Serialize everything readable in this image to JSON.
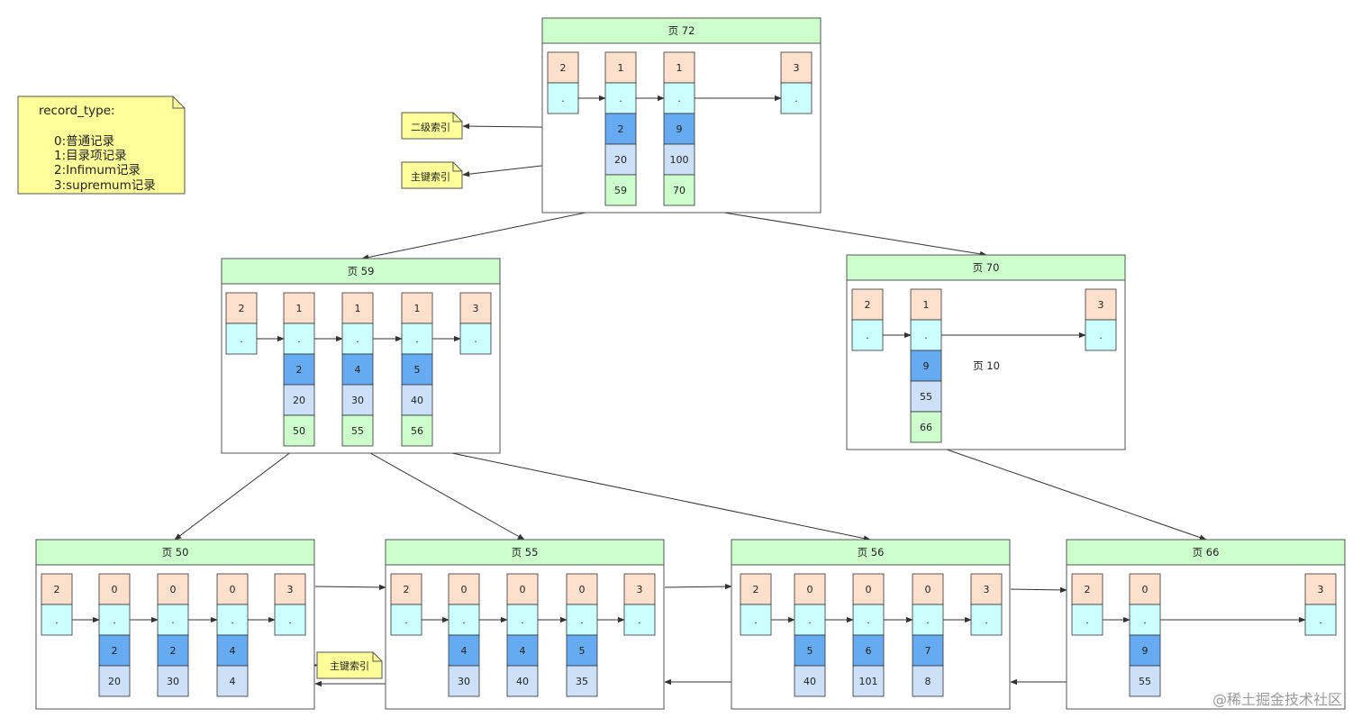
{
  "colors": {
    "header": "#ccffcc",
    "type": "#ffe0cc",
    "next": "#ccffff",
    "key": "#66aaf2",
    "second": "#cce0f7",
    "pointer": "#ccffcc",
    "note": "#ffff99"
  },
  "legend": {
    "title": "record_type:",
    "lines": [
      "0:普通记录",
      "1:目录项记录",
      "2:Infimum记录",
      "3:supremum记录"
    ]
  },
  "annotations": {
    "secondary_index": "二级索引",
    "primary_key_top": "主键索引",
    "primary_key_leaf": "主键索引"
  },
  "watermark": "@稀土掘金技术社区",
  "pages": [
    {
      "id": "p72",
      "title": "页 72",
      "extra": "",
      "records": [
        {
          "type": "2",
          "next": "."
        },
        {
          "type": "1",
          "next": ".",
          "key": "2",
          "second": "20",
          "pointer": "59"
        },
        {
          "type": "1",
          "next": ".",
          "key": "9",
          "second": "100",
          "pointer": "70"
        },
        {
          "type": "3",
          "next": "."
        }
      ]
    },
    {
      "id": "p59",
      "title": "页 59",
      "extra": "",
      "records": [
        {
          "type": "2",
          "next": "."
        },
        {
          "type": "1",
          "next": ".",
          "key": "2",
          "second": "20",
          "pointer": "50"
        },
        {
          "type": "1",
          "next": ".",
          "key": "4",
          "second": "30",
          "pointer": "55"
        },
        {
          "type": "1",
          "next": ".",
          "key": "5",
          "second": "40",
          "pointer": "56"
        },
        {
          "type": "3",
          "next": "."
        }
      ]
    },
    {
      "id": "p70",
      "title": "页 70",
      "extra": "页 10",
      "records": [
        {
          "type": "2",
          "next": "."
        },
        {
          "type": "1",
          "next": ".",
          "key": "9",
          "second": "55",
          "pointer": "66"
        },
        {
          "type": "3",
          "next": "."
        }
      ]
    },
    {
      "id": "p50",
      "title": "页 50",
      "extra": "",
      "records": [
        {
          "type": "2",
          "next": "."
        },
        {
          "type": "0",
          "next": ".",
          "key": "2",
          "second": "20"
        },
        {
          "type": "0",
          "next": ".",
          "key": "2",
          "second": "30"
        },
        {
          "type": "0",
          "next": ".",
          "key": "4",
          "second": "4"
        },
        {
          "type": "3",
          "next": "."
        }
      ]
    },
    {
      "id": "p55",
      "title": "页 55",
      "extra": "",
      "records": [
        {
          "type": "2",
          "next": "."
        },
        {
          "type": "0",
          "next": ".",
          "key": "4",
          "second": "30"
        },
        {
          "type": "0",
          "next": ".",
          "key": "4",
          "second": "40"
        },
        {
          "type": "0",
          "next": ".",
          "key": "5",
          "second": "35"
        },
        {
          "type": "3",
          "next": "."
        }
      ]
    },
    {
      "id": "p56",
      "title": "页 56",
      "extra": "",
      "records": [
        {
          "type": "2",
          "next": "."
        },
        {
          "type": "0",
          "next": ".",
          "key": "5",
          "second": "40"
        },
        {
          "type": "0",
          "next": ".",
          "key": "6",
          "second": "101"
        },
        {
          "type": "0",
          "next": ".",
          "key": "7",
          "second": "8"
        },
        {
          "type": "3",
          "next": "."
        }
      ]
    },
    {
      "id": "p66",
      "title": "页 66",
      "extra": "",
      "records": [
        {
          "type": "2",
          "next": "."
        },
        {
          "type": "0",
          "next": ".",
          "key": "9",
          "second": "55"
        },
        {
          "type": "3",
          "next": "."
        }
      ]
    }
  ],
  "links": [
    {
      "from": "p72",
      "rec": 1,
      "to": "p59"
    },
    {
      "from": "p72",
      "rec": 2,
      "to": "p70"
    },
    {
      "from": "p59",
      "rec": 1,
      "to": "p50"
    },
    {
      "from": "p59",
      "rec": 2,
      "to": "p55"
    },
    {
      "from": "p59",
      "rec": 3,
      "to": "p56"
    },
    {
      "from": "p70",
      "rec": 1,
      "to": "p66"
    }
  ]
}
